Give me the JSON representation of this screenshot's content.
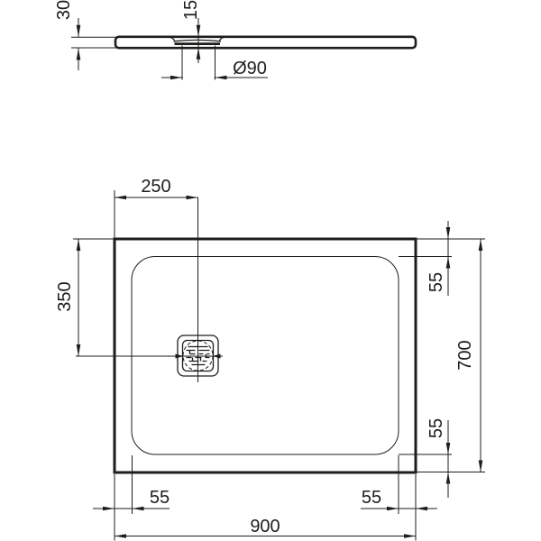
{
  "colors": {
    "line": "#1d1d1b",
    "background": "#ffffff"
  },
  "side_view": {
    "thickness": "30",
    "waste_height": "15",
    "waste_diameter": "Ø90"
  },
  "plan_view": {
    "width": "900",
    "depth": "700",
    "waste_offset_left": "250",
    "waste_offset_top": "350",
    "inset_top_right": "55",
    "inset_bottom_right_side": "55",
    "inset_bottom_left": "55",
    "inset_bottom_right": "55"
  }
}
